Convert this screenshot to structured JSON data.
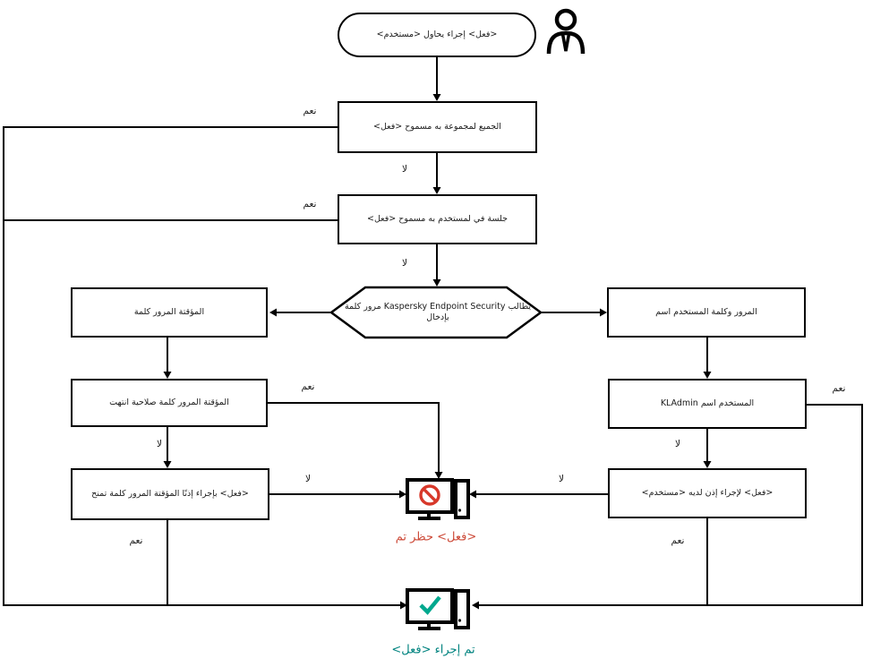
{
  "diagram": {
    "title_semantic": "Kaspersky Endpoint Security password flow diagram",
    "nodes": {
      "start": "<فعل> إجراء يحاول <مستخدم>",
      "allowed_for_everyone": "الجميع لمجموعة به مسموح <فعل>",
      "allowed_for_session_user": "جلسة في لمستخدم به مسموح <فعل>",
      "password_prompt": "يطالب Kaspersky Endpoint Security مرور كلمة بإدخال",
      "temporary_password": "المؤقتة المرور كلمة",
      "temporary_password_expired": "المؤقتة المرور كلمة صلاحية انتهت",
      "temporary_password_grants_permission": "<فعل> بإجراء إذنًا المؤقتة المرور كلمة تمنح",
      "username_and_password": "المرور وكلمة المستخدم اسم",
      "username_is_kladmin": "المستخدم اسم KLAdmin",
      "user_has_permission": "<فعل> لإجراء إذن لديه <مستخدم>"
    },
    "captions": {
      "action_blocked": "<فعل> حظر تم",
      "action_performed": "تم إجراء <فعل>"
    },
    "labels": {
      "yes": "نعم",
      "no": "لا"
    },
    "colors": {
      "line": "#000000",
      "prohibition_red": "#d7382a",
      "blocked_text_red": "#cd4a38",
      "done_text_teal": "#00837f",
      "check_green": "#00a88e"
    }
  }
}
